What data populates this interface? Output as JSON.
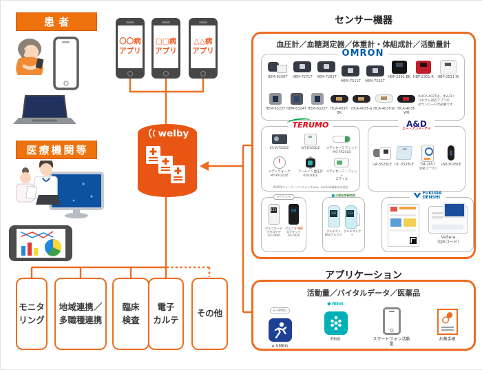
{
  "colors": {
    "orange_line": "#ed6c1f",
    "banner_orange": "#ee720d",
    "cylinder_orange": "#e95513",
    "omron_blue": "#005bac",
    "terumo_red": "#e60012",
    "and_navy": "#1d2088",
    "fukuda_blue": "#0068b7",
    "fitbit_teal": "#00b0b9",
    "esmbg_navy": "#1d3f94"
  },
  "patient": {
    "banner": "患者"
  },
  "medical": {
    "banner": "医療機関等"
  },
  "apps": {
    "items": [
      {
        "label": "〇〇病\nアプリ"
      },
      {
        "label": "□□病\nアプリ"
      },
      {
        "label": "△△病\nアプリ"
      }
    ]
  },
  "welby": {
    "logo": "welby"
  },
  "services": {
    "items": [
      {
        "label": "モニタ\nリング"
      },
      {
        "label": "地域連携／\n多職種連携"
      },
      {
        "label": "臨床\n検査"
      },
      {
        "label": "電子\nカルテ"
      },
      {
        "label": "その他"
      }
    ]
  },
  "sensor": {
    "title": "センサー機器",
    "subtitle": "血圧計／血糖測定器／体重計・体組成計／活動量計",
    "omron": {
      "logo": "OMRON",
      "row1": [
        "HEM-9200T",
        "HEM-7271T",
        "HEM-7281T",
        "HEM-7511T",
        "HEM-7531T",
        "HBP-2301-BK",
        "HBP-2301-R",
        "HBP-2511-W"
      ],
      "row2": [
        "HEM-6323T",
        "HEM-6324T",
        "HEM-6325T",
        "HCA-403T-BK",
        "HCA-403T-G",
        "HCA-403T-W",
        "HCA-403T-WR"
      ],
      "note": "※HCA-403Tは、オムロン\nコネクト対応アプリの\nダウンロードが必要です"
    },
    "terumo": {
      "logo": "TERUMO",
      "items": [
        "ES-W750DZ",
        "WT-B100DZ",
        "メディセーフフィット\nMS-FR201B",
        "メディウォーク\nMT-KT02DZ",
        "アームイン血圧計\nP2020DZ",
        "メディセーフ・フィット\nスマイル"
      ],
      "note": "※MEDIウォーク／インフォリズムは、Android端末のみ対応"
    },
    "and": {
      "logo": "A&D",
      "logo_sub": "エー・アンド・デイ",
      "items": [
        "UA-352BLE",
        "UC-352BLE",
        "TM-2657\n（QRコード）",
        "UW-302BLE"
      ]
    },
    "arkray": {
      "logo": "アークレイ",
      "mark": "※1",
      "screens": [
        "123",
        "102"
      ],
      "items": [
        "グルコカード\nプラスケア\nGT-1840",
        "グルコカード\nGブラック\nGT-1830"
      ]
    },
    "sanwa": {
      "logo": "三和化学研究所",
      "screens": [
        "102",
        "123"
      ],
      "items": [
        "グルテスト\nNeoアルファ",
        "グルテストアイ"
      ]
    },
    "fukuda": {
      "logo": "FUKUDA\nDENSHI",
      "item": "VaSera\n（QRコード）"
    }
  },
  "application": {
    "title": "アプリケーション",
    "subtitle": "活動量／バイタルデータ／医薬品",
    "items": [
      {
        "top": "e-SMBG",
        "label": "e-SMBG"
      },
      {
        "top": "fitbit",
        "label": "Fitbit"
      },
      {
        "top": "",
        "label": "スマートフォン活動量"
      },
      {
        "top": "",
        "label": "お薬手帳"
      }
    ]
  }
}
